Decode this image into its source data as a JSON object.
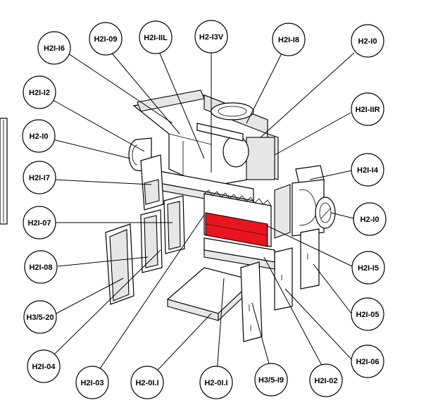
{
  "highlight_color": "#e8141e",
  "highlighted_part": "H21-H5",
  "callouts": [
    {
      "id": "c1",
      "label": "H2I-I6"
    },
    {
      "id": "c2",
      "label": "H2I-09"
    },
    {
      "id": "c3",
      "label": "H2I-IIL"
    },
    {
      "id": "c4",
      "label": "H2-I3V"
    },
    {
      "id": "c5",
      "label": "H2I-I8"
    },
    {
      "id": "c6",
      "label": "H2-I0"
    },
    {
      "id": "c7",
      "label": "H2I-I2"
    },
    {
      "id": "c8",
      "label": "H2I-IIR"
    },
    {
      "id": "c9",
      "label": "H2-I0"
    },
    {
      "id": "c10",
      "label": "H2I-I4"
    },
    {
      "id": "c11",
      "label": "H2I-I7"
    },
    {
      "id": "c12",
      "label": "H2-I0"
    },
    {
      "id": "c13",
      "label": "H2I-07"
    },
    {
      "id": "c14",
      "label": "H2I-I5"
    },
    {
      "id": "c15",
      "label": "H2I-08"
    },
    {
      "id": "c16",
      "label": "H2I-05"
    },
    {
      "id": "c17",
      "label": "H3/5-20"
    },
    {
      "id": "c18",
      "label": "H2I-06"
    },
    {
      "id": "c19",
      "label": "H2I-04"
    },
    {
      "id": "c20",
      "label": "H2I-03"
    },
    {
      "id": "c21",
      "label": "H2-0I.I"
    },
    {
      "id": "c22",
      "label": "H2-0I.I"
    },
    {
      "id": "c23",
      "label": "H3/5-I9"
    },
    {
      "id": "c24",
      "label": "H2I-02"
    }
  ]
}
